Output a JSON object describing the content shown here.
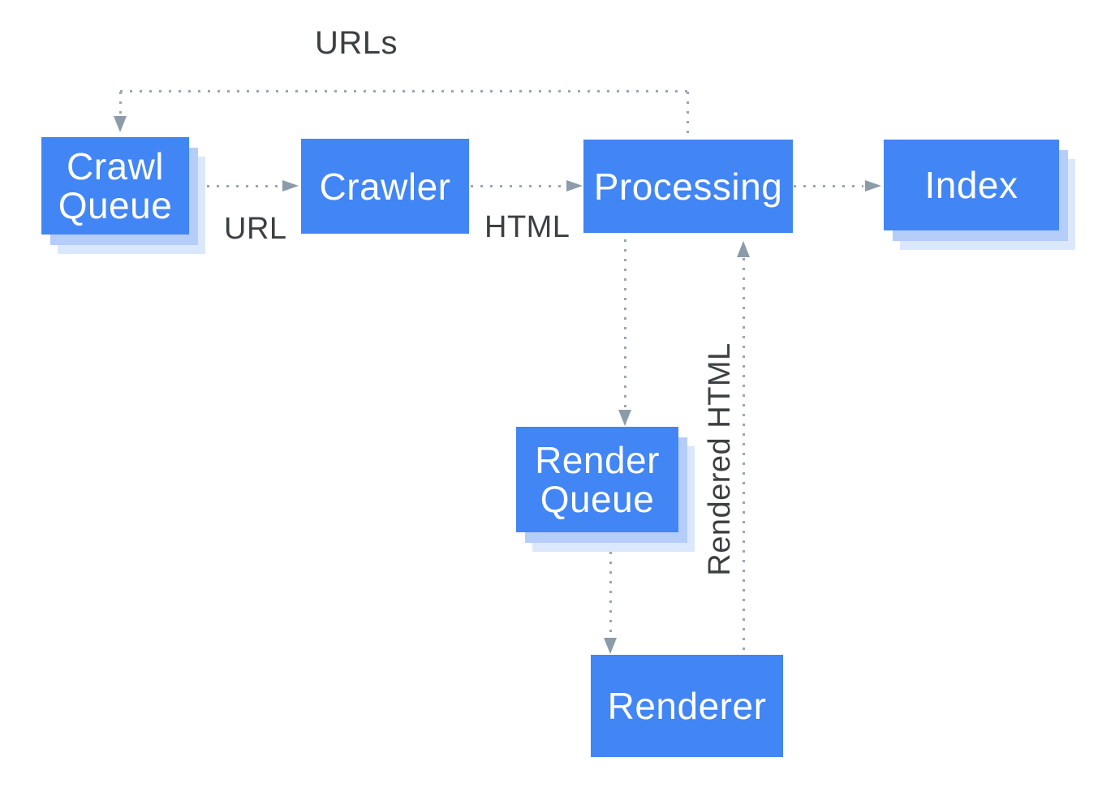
{
  "diagram": {
    "nodes": {
      "crawl_queue": {
        "label": "Crawl Queue"
      },
      "crawler": {
        "label": "Crawler"
      },
      "processing": {
        "label": "Processing"
      },
      "index": {
        "label": "Index"
      },
      "render_queue": {
        "label": "Render Queue"
      },
      "renderer": {
        "label": "Renderer"
      }
    },
    "edge_labels": {
      "urls": "URLs",
      "url": "URL",
      "html": "HTML",
      "rendered_html": "Rendered HTML"
    },
    "edges": [
      {
        "from": "processing",
        "to": "crawl_queue",
        "label": "URLs",
        "style": "dotted"
      },
      {
        "from": "crawl_queue",
        "to": "crawler",
        "label": "URL",
        "style": "dotted"
      },
      {
        "from": "crawler",
        "to": "processing",
        "label": "HTML",
        "style": "dotted"
      },
      {
        "from": "processing",
        "to": "index",
        "label": "",
        "style": "dotted"
      },
      {
        "from": "processing",
        "to": "render_queue",
        "label": "",
        "style": "dotted"
      },
      {
        "from": "render_queue",
        "to": "renderer",
        "label": "",
        "style": "dotted"
      },
      {
        "from": "renderer",
        "to": "processing",
        "label": "Rendered HTML",
        "style": "dotted"
      }
    ],
    "colors": {
      "node_fill": "#4285f4",
      "node_text": "#ffffff",
      "node_shadow_inner": "#b5cdf9",
      "node_shadow_outer": "#dbe7fd",
      "connector_dots": "#9aa6b2",
      "arrowhead": "#8c9ba9",
      "label_text": "#3c4043",
      "background": "#ffffff"
    }
  }
}
